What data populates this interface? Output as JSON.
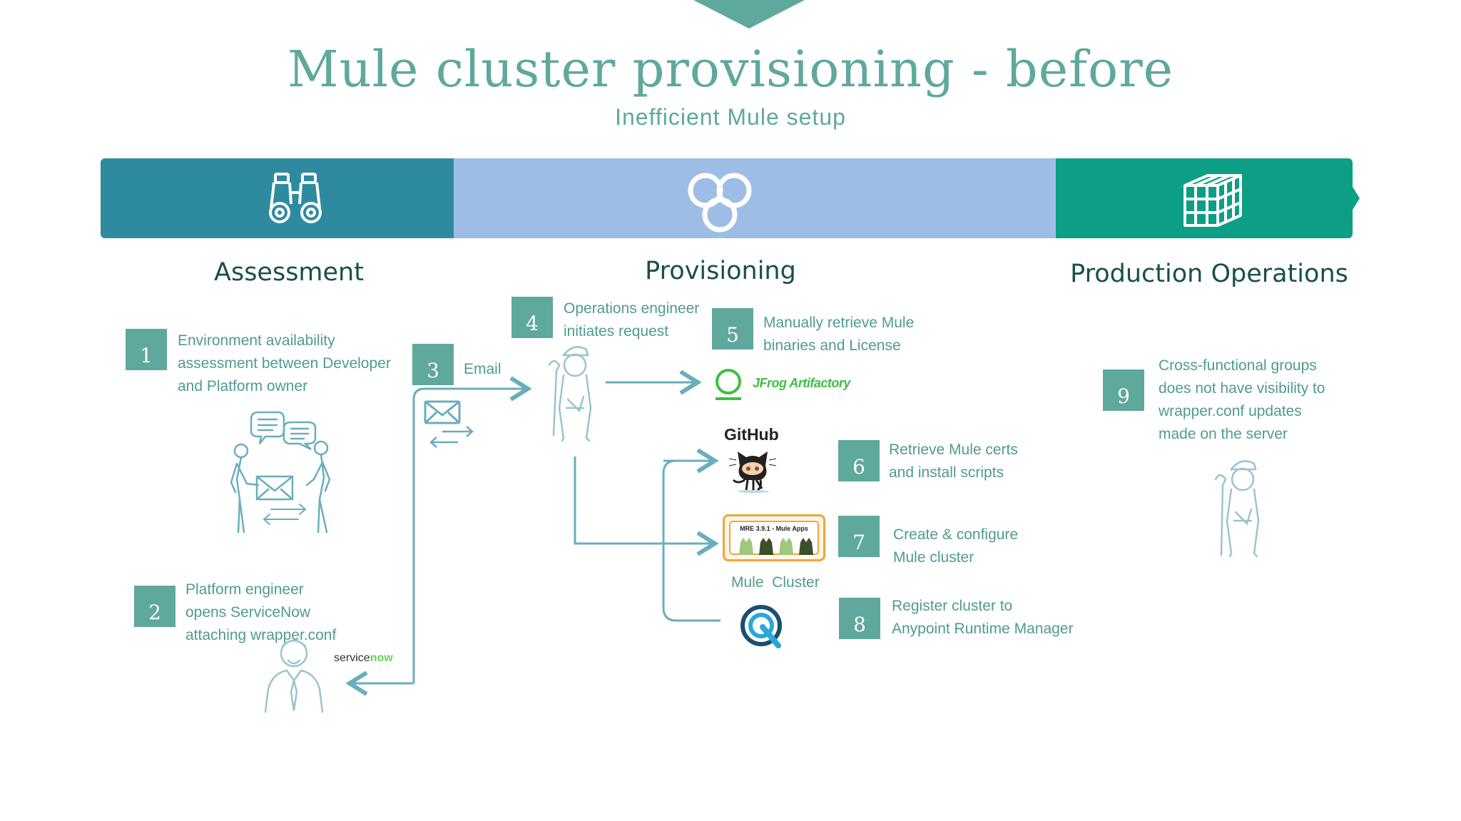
{
  "title": "Mule cluster provisioning - before",
  "subtitle": "Inefficient Mule setup",
  "phases": [
    {
      "label": "Assessment",
      "icon": "binoculars-icon",
      "color": "#2e8b9f"
    },
    {
      "label": "Provisioning",
      "icon": "circles-icon",
      "color": "#9dbde6"
    },
    {
      "label": "Production Operations",
      "icon": "cube-grid-icon",
      "color": "#0d9e86"
    }
  ],
  "steps": [
    {
      "num": "1",
      "text": "Environment availability\nassessment between Developer\nand Platform owner"
    },
    {
      "num": "2",
      "text": "Platform engineer\nopens ServiceNow\nattaching wrapper.conf"
    },
    {
      "num": "3",
      "text": "Email"
    },
    {
      "num": "4",
      "text": "Operations engineer\ninitiates request"
    },
    {
      "num": "5",
      "text": "Manually retrieve Mule\nbinaries and License"
    },
    {
      "num": "6",
      "text": "Retrieve Mule certs\nand install scripts"
    },
    {
      "num": "7",
      "text": "Create & configure\nMule cluster"
    },
    {
      "num": "8",
      "text": "Register cluster to\nAnypoint Runtime Manager"
    },
    {
      "num": "9",
      "text": "Cross-functional groups\ndoes not have visibility to\nwrapper.conf updates\nmade on the server"
    }
  ],
  "logos": {
    "servicenow_prefix": "service",
    "servicenow_suffix": "now",
    "jfrog": "JFrog Artifactory",
    "github": "GitHub",
    "mule_card": "MRE 3.9.1 - Mule Apps",
    "mule_caption": "Mule  Cluster"
  },
  "colors": {
    "accent": "#5fa89c",
    "arrow": "#6aaebd",
    "servicenow_green": "#62d84e",
    "jfrog_green": "#40be46"
  }
}
